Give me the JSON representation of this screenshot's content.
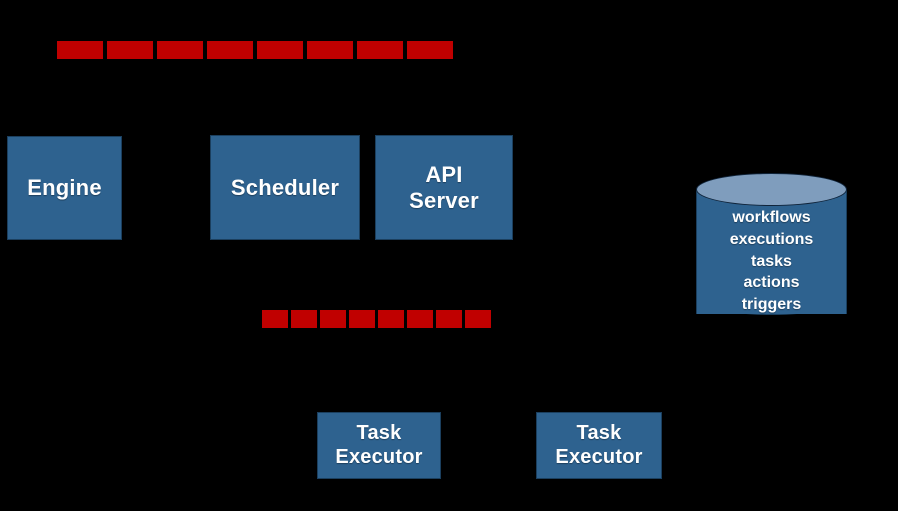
{
  "diagram": {
    "background_color": "#000000",
    "accent_blue": "#2e628f",
    "accent_blue_light": "#7f9dbd",
    "accent_red": "#c00000",
    "nodes": [
      {
        "id": "engine",
        "label": "Engine",
        "shape": "rectangle"
      },
      {
        "id": "scheduler",
        "label": "Scheduler",
        "shape": "rectangle"
      },
      {
        "id": "api-server",
        "label": "API\nServer",
        "shape": "rectangle"
      },
      {
        "id": "task-executor-1",
        "label": "Task\nExecutor",
        "shape": "rectangle"
      },
      {
        "id": "task-executor-2",
        "label": "Task\nExecutor",
        "shape": "rectangle"
      }
    ],
    "database": {
      "shape": "cylinder",
      "tables": [
        "workflows",
        "executions",
        "tasks",
        "actions",
        "triggers"
      ]
    },
    "redacted_bars": [
      {
        "id": "redacted-bar-top",
        "segments": 8,
        "color": "#c00000"
      },
      {
        "id": "redacted-bar-middle",
        "segments": 8,
        "color": "#c00000"
      }
    ]
  }
}
